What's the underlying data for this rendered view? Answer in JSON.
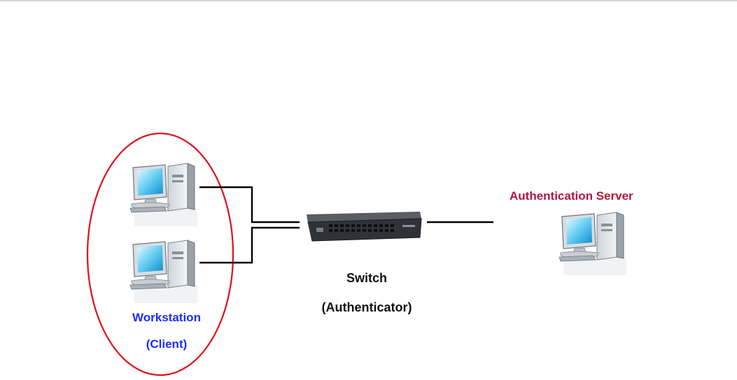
{
  "workstation": {
    "label_line1": "Workstation",
    "label_line2": "(Client)",
    "label_color": "#1a2cff",
    "ellipse_color": "#e0101a",
    "icon": "desktop-computer-icon",
    "count": 2
  },
  "switch": {
    "label_line1": "Switch",
    "label_line2": "(Authenticator)",
    "icon": "network-switch-icon"
  },
  "auth_server": {
    "label": "Authentication Server",
    "label_color": "#b5153a",
    "icon": "desktop-computer-icon"
  }
}
